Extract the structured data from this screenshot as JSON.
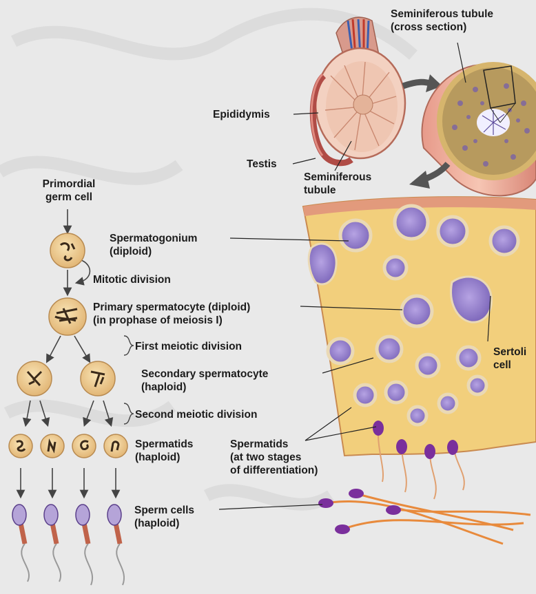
{
  "labels": {
    "seminiferous_cross": [
      "Seminiferous tubule",
      "(cross section)"
    ],
    "epididymis": "Epididymis",
    "testis": "Testis",
    "seminiferous_tubule": [
      "Seminiferous",
      "tubule"
    ],
    "primordial": [
      "Primordial",
      "germ cell"
    ],
    "spermatogonium": [
      "Spermatogonium",
      "(diploid)"
    ],
    "mitotic": "Mitotic division",
    "primary": [
      "Primary spermatocyte (diploid)",
      "(in prophase of meiosis I)"
    ],
    "first_meiotic": "First meiotic division",
    "secondary": [
      "Secondary spermatocyte",
      "(haploid)"
    ],
    "second_meiotic": "Second meiotic division",
    "spermatids_left": [
      "Spermatids",
      "(haploid)"
    ],
    "spermatids_mid": [
      "Spermatids",
      "(at two stages",
      "of differentiation)"
    ],
    "sertoli": [
      "Sertoli",
      "cell"
    ],
    "sperm": [
      "Sperm cells",
      "(haploid)"
    ]
  },
  "colors": {
    "background": "#e9e9e9",
    "tissue": "#f2cf7c",
    "tissue_edge": "#c98a50",
    "nucleus": "#8e78c8",
    "cell_ring": "#ead9b5",
    "chromosome": "#3a2a1a",
    "label": "#1b1b1b"
  }
}
